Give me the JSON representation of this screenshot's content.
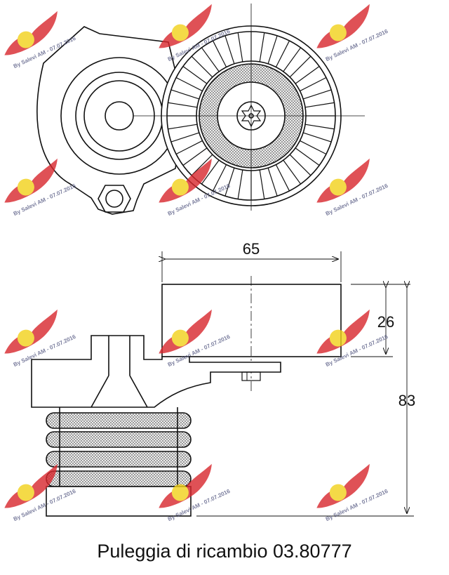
{
  "drawing": {
    "dimensions": {
      "width_label": "65",
      "pulley_height_label": "26",
      "total_height_label": "83"
    },
    "watermark": {
      "text": "By Salevi AM - 07.07.2016",
      "logo_color": "#d8262c",
      "badge_color": "#f2d21a"
    },
    "line_color": "#111111",
    "hatch_color": "#777777"
  },
  "caption": {
    "text": "Puleggia di ricambio 03.80777"
  }
}
